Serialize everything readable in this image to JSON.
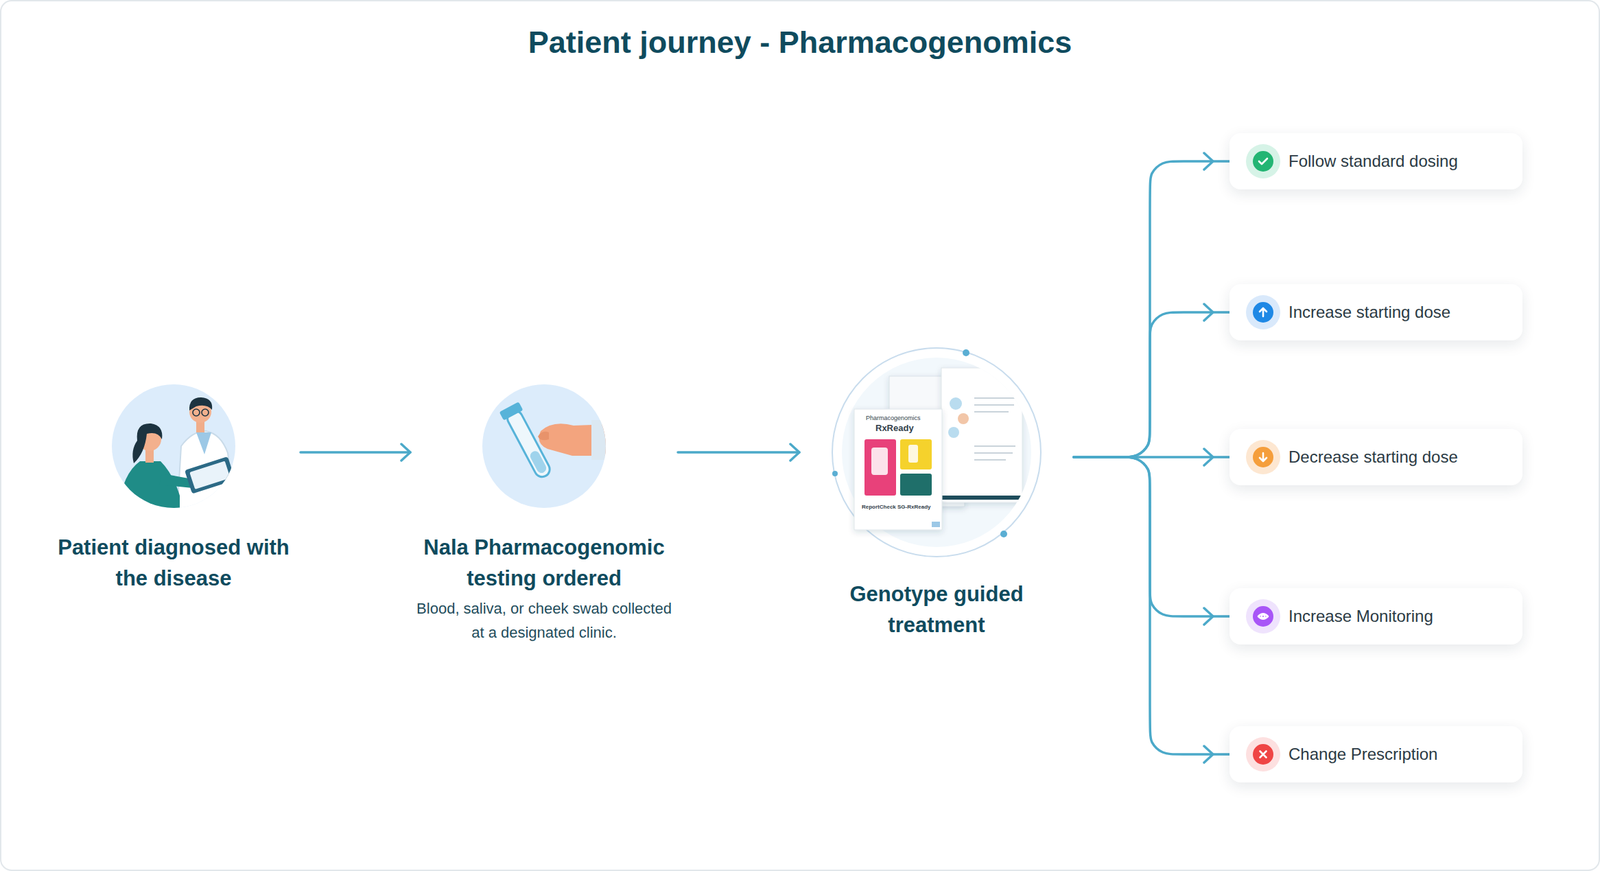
{
  "diagram": {
    "title": "Patient journey - Pharmacogenomics",
    "nodes": [
      {
        "text": [
          "Patient diagnosed with the disease"
        ]
      },
      {
        "text": [
          "Nala Pharmacogenomic testing ordered",
          "Blood, saliva, or cheek swab collected at a designated clinic."
        ]
      },
      {
        "text": [
          "Genotype guided treatment"
        ]
      },
      {
        "text": [
          "Follow standard dosing"
        ]
      },
      {
        "text": [
          "Increase starting dose"
        ]
      },
      {
        "text": [
          "Decrease starting dose"
        ]
      },
      {
        "text": [
          "Increase Monitoring"
        ]
      },
      {
        "text": [
          "Change Prescription"
        ]
      }
    ],
    "edges": [
      {
        "from": 0,
        "to": 1,
        "arrow": "to"
      },
      {
        "from": 1,
        "to": 2,
        "arrow": "to"
      },
      {
        "from": 2,
        "to": 3,
        "arrow": "to"
      },
      {
        "from": 2,
        "to": 4,
        "arrow": "to"
      },
      {
        "from": 2,
        "to": 5,
        "arrow": "to"
      },
      {
        "from": 2,
        "to": 6,
        "arrow": "to"
      },
      {
        "from": 2,
        "to": 7,
        "arrow": "to"
      }
    ],
    "labels": [
      "Pharmacogenomics",
      "RxReady",
      "ReportCheck SG-RxReady"
    ]
  }
}
